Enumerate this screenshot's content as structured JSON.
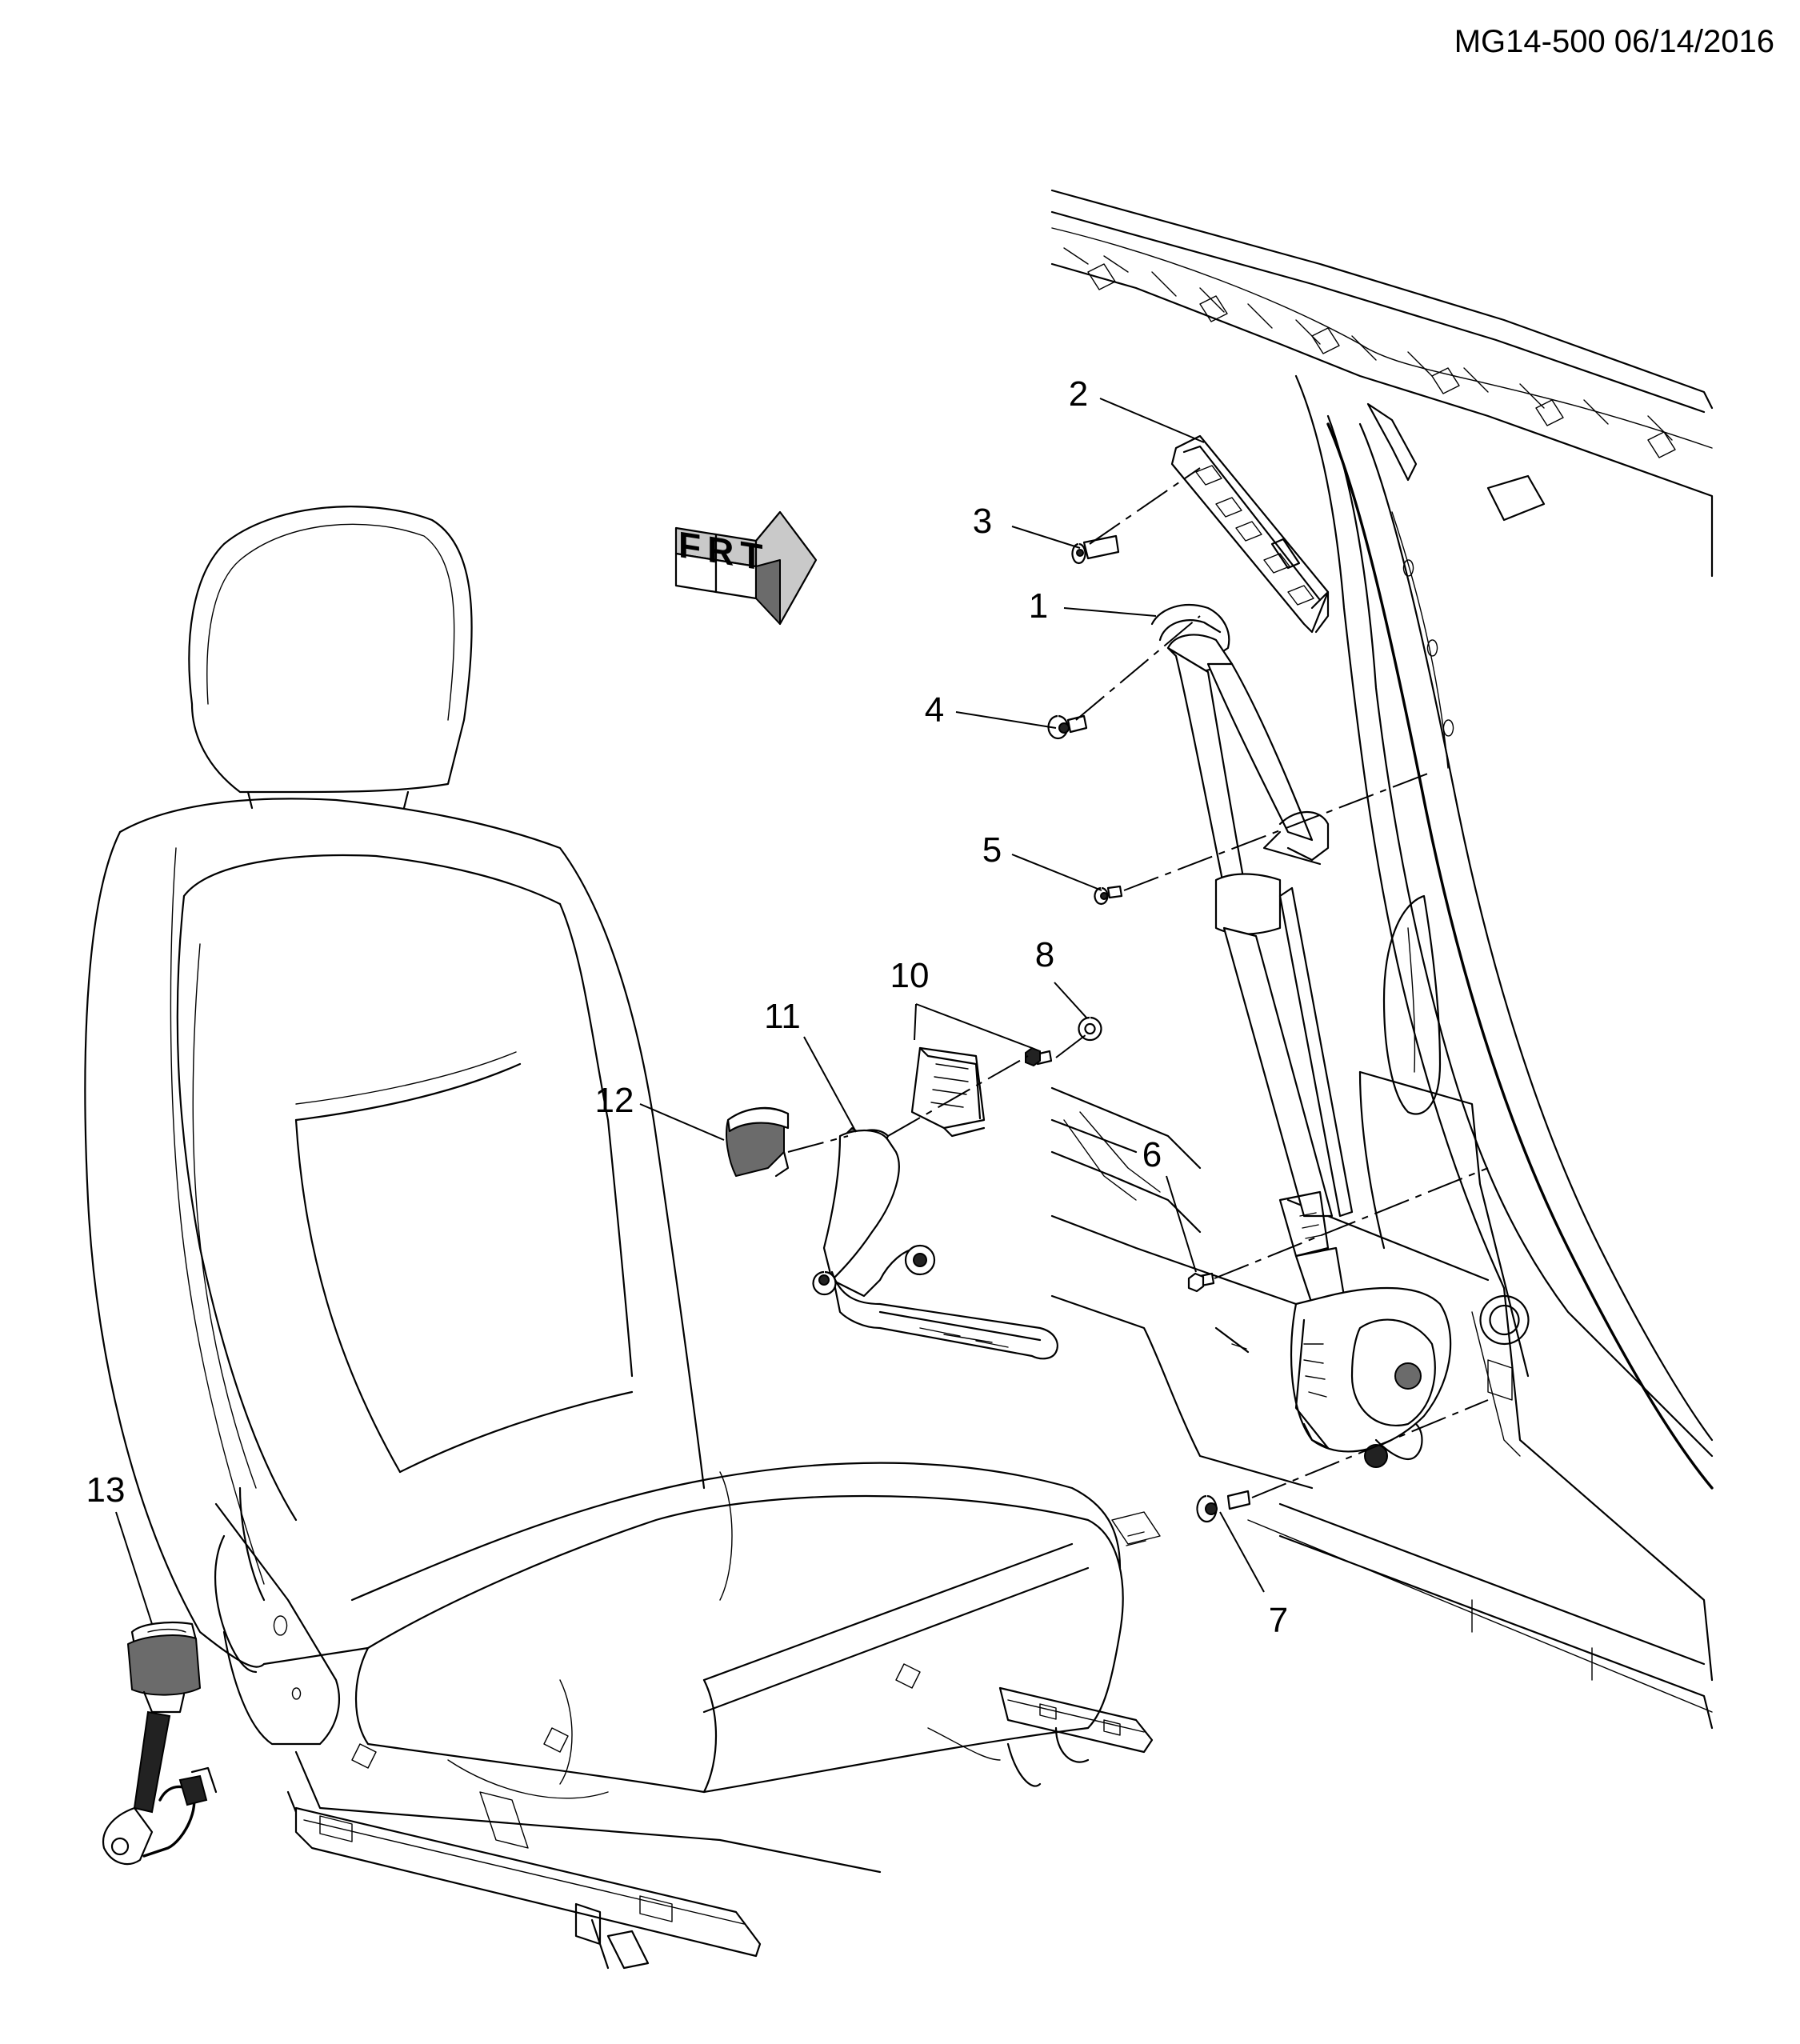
{
  "header": {
    "diagram_code": "MG14-500 06/14/2016"
  },
  "arrow_label": "FRT",
  "callouts": [
    {
      "id": "1",
      "label": "1"
    },
    {
      "id": "2",
      "label": "2"
    },
    {
      "id": "3",
      "label": "3"
    },
    {
      "id": "4",
      "label": "4"
    },
    {
      "id": "5",
      "label": "5"
    },
    {
      "id": "6",
      "label": "6"
    },
    {
      "id": "7",
      "label": "7"
    },
    {
      "id": "8",
      "label": "8"
    },
    {
      "id": "10",
      "label": "10"
    },
    {
      "id": "11",
      "label": "11"
    },
    {
      "id": "12",
      "label": "12"
    },
    {
      "id": "13",
      "label": "13"
    }
  ]
}
